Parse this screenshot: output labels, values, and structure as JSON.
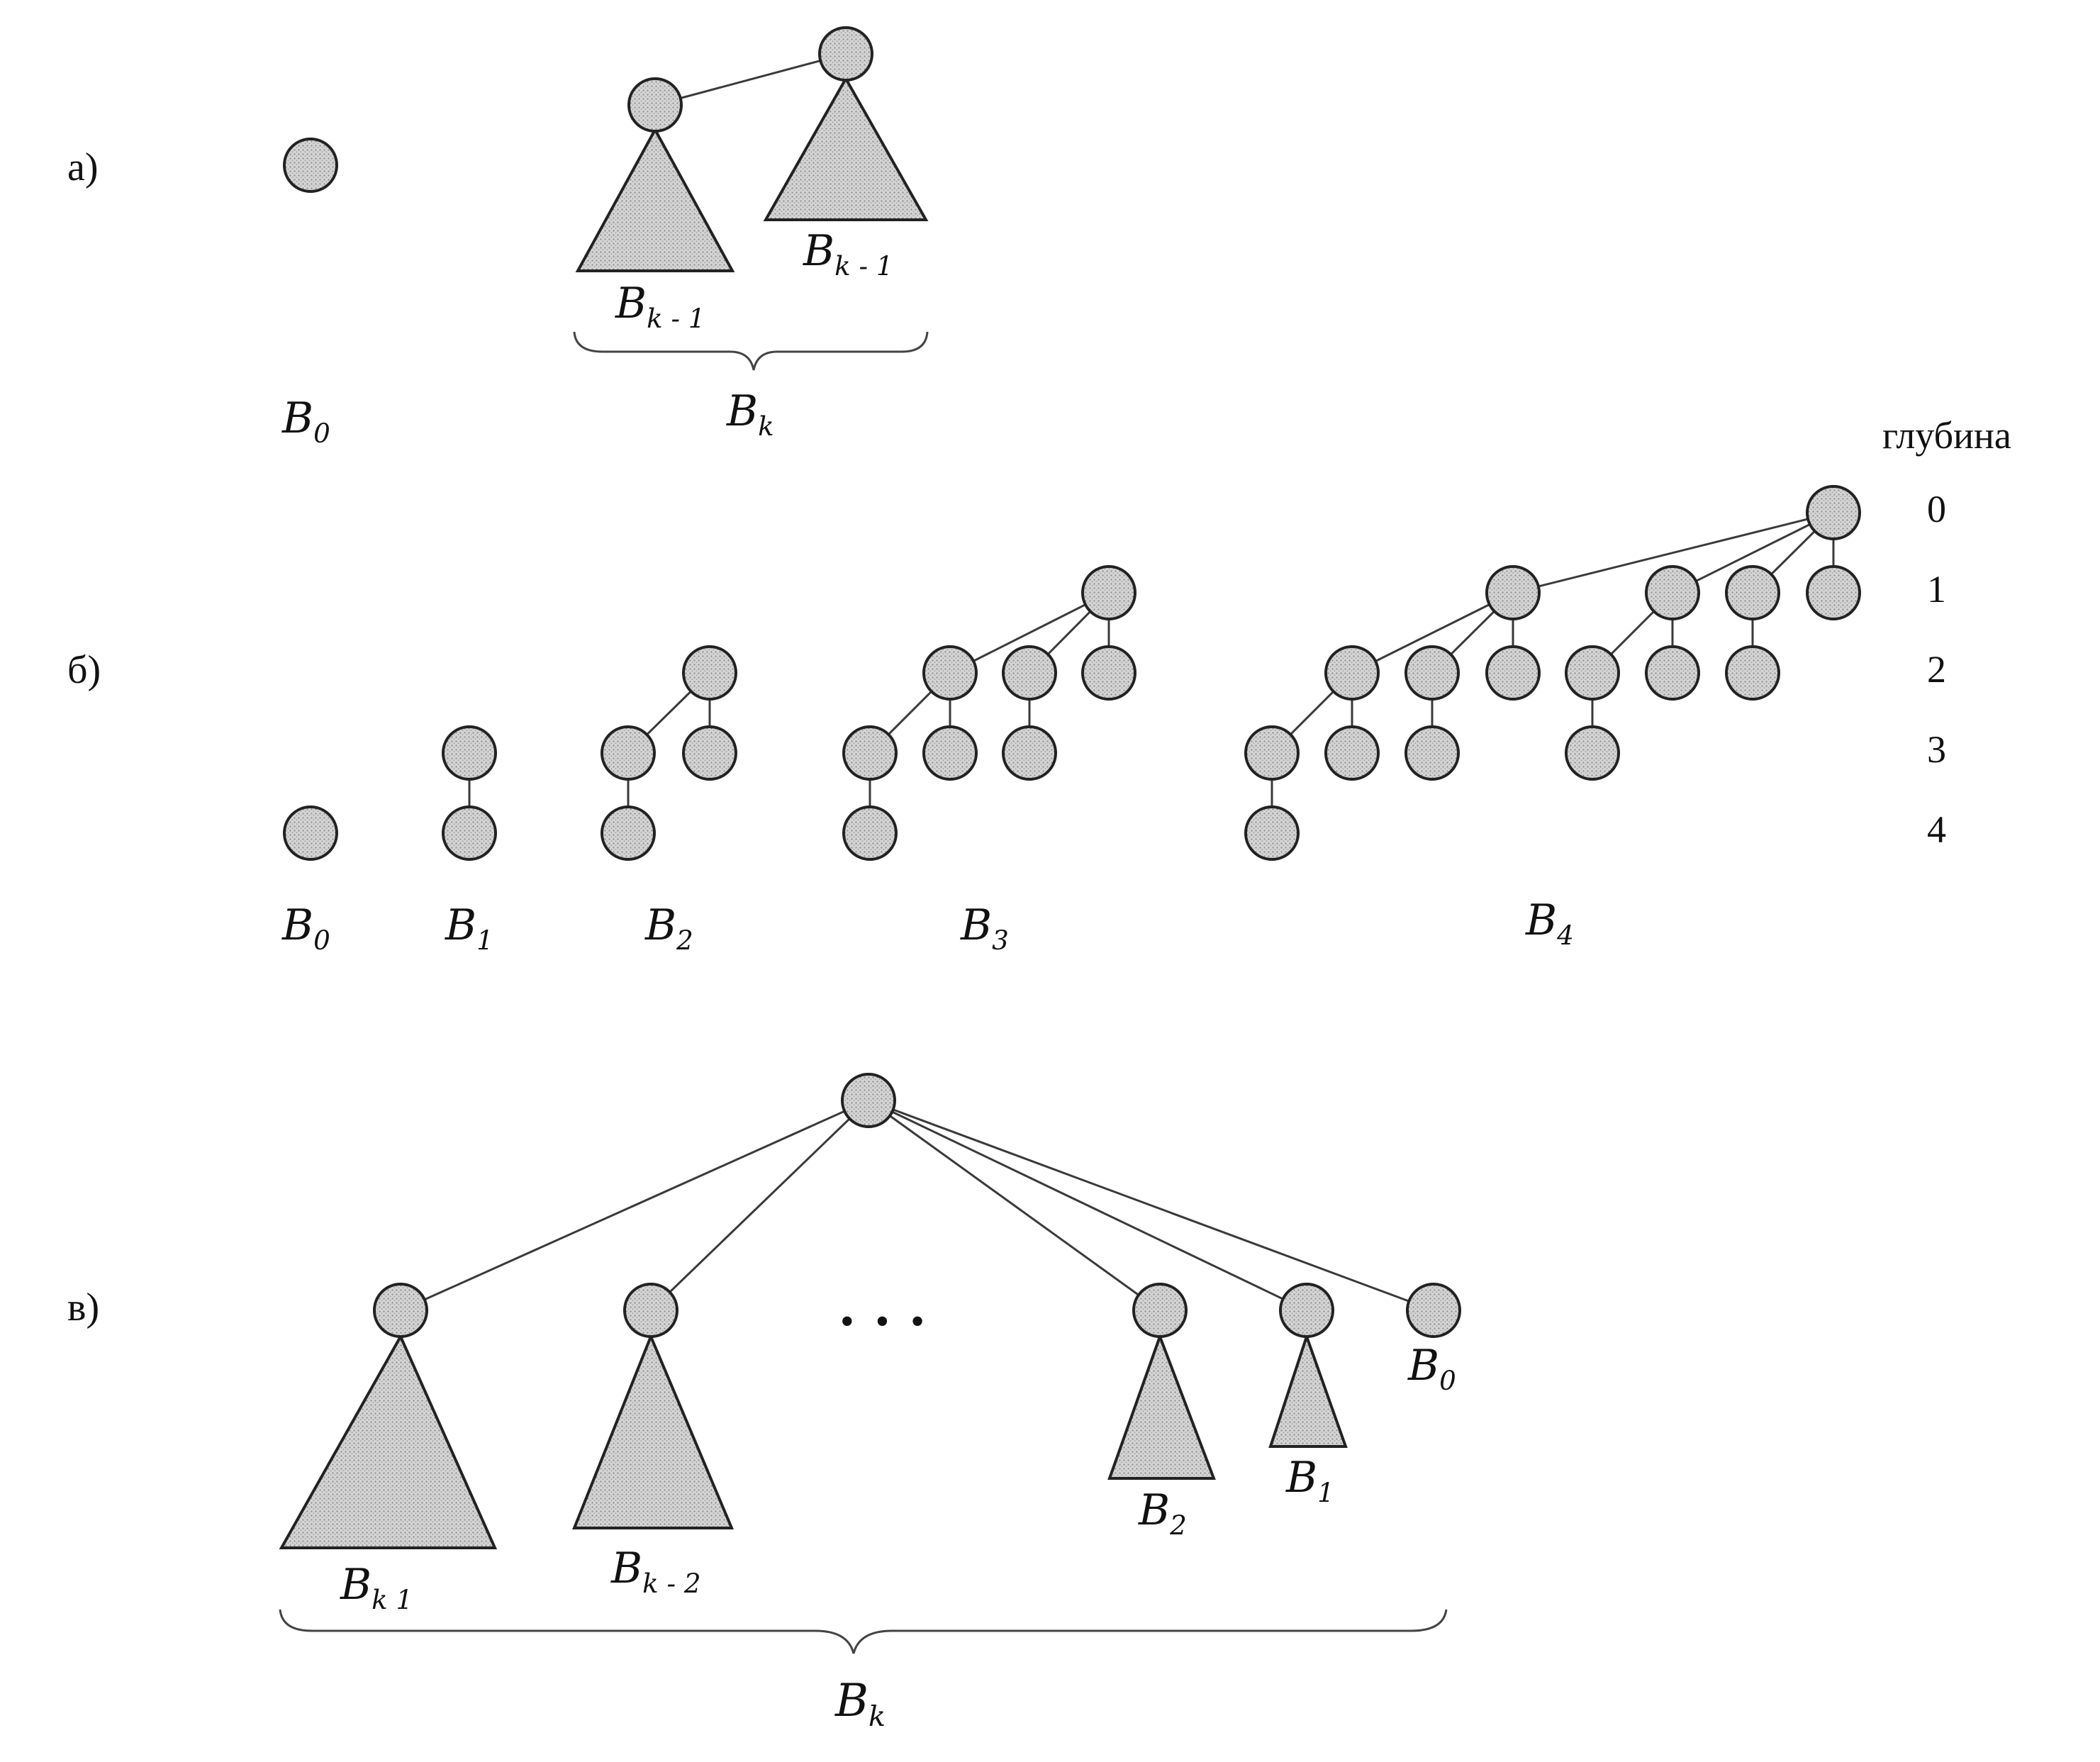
{
  "panels": {
    "a": {
      "marker": "a)",
      "b0": {
        "base": "B",
        "sub": "0"
      },
      "left_subtree": {
        "base": "B",
        "sub": "k - 1"
      },
      "right_subtree": {
        "base": "B",
        "sub": "k - 1"
      },
      "combined": {
        "base": "B",
        "sub": "k"
      }
    },
    "b": {
      "marker": "б)",
      "depth_title": "глубина",
      "depths": [
        "0",
        "1",
        "2",
        "3",
        "4"
      ],
      "trees": [
        {
          "base": "B",
          "sub": "0"
        },
        {
          "base": "B",
          "sub": "1"
        },
        {
          "base": "B",
          "sub": "2"
        },
        {
          "base": "B",
          "sub": "3"
        },
        {
          "base": "B",
          "sub": "4"
        }
      ]
    },
    "c": {
      "marker": "в)",
      "ellipsis": "• • •",
      "subtrees": [
        {
          "base": "B",
          "sub": "k  1"
        },
        {
          "base": "B",
          "sub": "k - 2"
        },
        {
          "base": "B",
          "sub": "2"
        },
        {
          "base": "B",
          "sub": "1"
        },
        {
          "base": "B",
          "sub": "0"
        }
      ],
      "combined": {
        "base": "B",
        "sub": "k"
      }
    }
  },
  "colors": {
    "node_fill": "#c8c8c8",
    "stroke": "#222222",
    "background": "#ffffff"
  }
}
